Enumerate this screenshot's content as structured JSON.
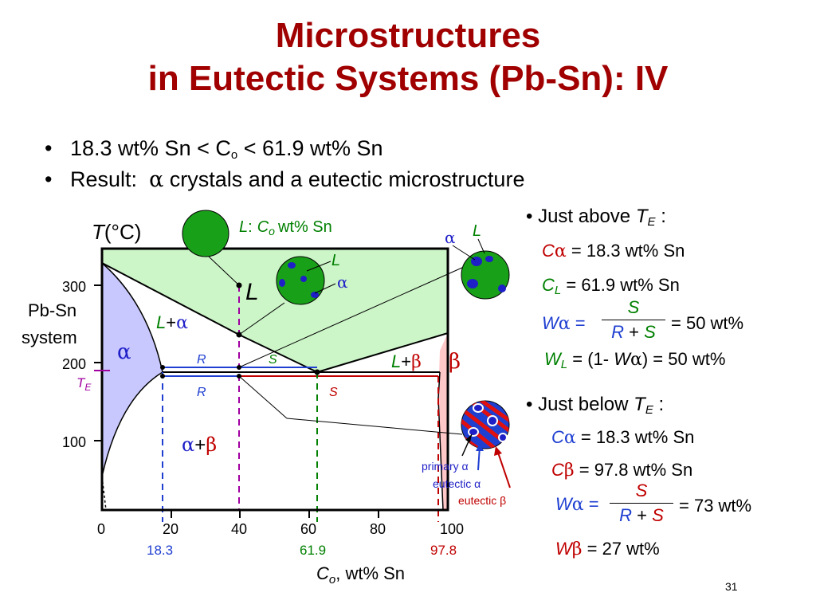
{
  "title": {
    "line1": "Microstructures",
    "line2": "in Eutectic Systems (Pb-Sn): IV"
  },
  "bullets": {
    "b1_pre": "18.3 wt% Sn < C",
    "b1_sub": "o",
    "b1_post": " < 61.9 wt% Sn",
    "b2_label": "Result:",
    "b2_alpha": "α",
    "b2_post": " crystals and a eutectic microstructure"
  },
  "above": {
    "heading": "Just above",
    "T": "T",
    "E": "E",
    "colon": ":",
    "c_alpha_c": "C",
    "c_alpha_g": "α",
    "c_alpha_val": "= 18.3 wt% Sn",
    "c_l_c": "C",
    "c_l_sub": "L",
    "c_l_val": "= 61.9 wt% Sn",
    "w_alpha_w": "W",
    "w_alpha_g": "α",
    "eq": "=",
    "num": "S",
    "den_r": "R",
    "plus": "+",
    "den_s": "S",
    "w_alpha_val": "= 50 wt%",
    "w_l_w": "W",
    "w_l_sub": "L",
    "w_l_pre": "= (1-",
    "w_l_w2": "W",
    "w_l_g": "α",
    "w_l_post": ") = 50 wt%"
  },
  "below": {
    "heading": "Just below",
    "T": "T",
    "E": "E",
    "colon": ":",
    "c_alpha_c": "C",
    "c_alpha_g": "α",
    "c_alpha_val": "= 18.3 wt% Sn",
    "c_beta_c": "C",
    "c_beta_g": "β",
    "c_beta_val": "= 97.8 wt% Sn",
    "w_alpha_w": "W",
    "w_alpha_g": "α",
    "eq": "=",
    "num": "S",
    "den_r": "R",
    "plus": "+",
    "den_s": "S",
    "w_alpha_val": "= 73 wt%",
    "w_beta_w": "W",
    "w_beta_g": "β",
    "w_beta_val": "= 27 wt%"
  },
  "diagram": {
    "y_label_T": "T",
    "y_label_unit": "(°C)",
    "y_ticks": [
      "300",
      "200",
      "100"
    ],
    "x_ticks": [
      "0",
      "20",
      "40",
      "60",
      "80",
      "100"
    ],
    "x_marks": [
      "18.3",
      "61.9",
      "97.8"
    ],
    "x_label_c": "C",
    "x_label_sub": "o",
    "x_label_rest": ", wt% Sn",
    "system_line1": "Pb-Sn",
    "system_line2": "system",
    "TE_T": "T",
    "TE_E": "E",
    "region_L": "L",
    "region_alpha": "α",
    "region_beta": "β",
    "region_L_alpha_L": "L",
    "region_L_alpha_plus": "+",
    "region_L_alpha_a": "α",
    "region_L_beta_L": "L",
    "region_L_beta_plus": "+",
    "region_L_beta_b": "β",
    "region_ab_a": "α",
    "region_ab_plus": "+",
    "region_ab_b": "β",
    "R_upper": "R",
    "S_upper": "S",
    "R_lower": "R",
    "S_lower": "S",
    "liquid_label_L": "L",
    "liquid_label_colon": ":",
    "liquid_label_C": "C",
    "liquid_label_o": "o",
    "liquid_label_rest": "wt% Sn",
    "mid_L": "L",
    "mid_alpha": "α",
    "right_alpha": "α",
    "right_L": "L",
    "primary_alpha": "primary α",
    "eutectic_alpha": "eutectic α",
    "eutectic_beta": "eutectic β"
  },
  "colors": {
    "title": "#a00000",
    "liquid_green": "#ccf5c8",
    "alpha_region": "#c8c8ff",
    "beta_region": "#ffc8c8",
    "magenta": "#a000a0",
    "blue": "#1f3fd1",
    "green": "#008000",
    "red": "#c00000",
    "grain_green": "#19a019"
  },
  "page_number": "31"
}
